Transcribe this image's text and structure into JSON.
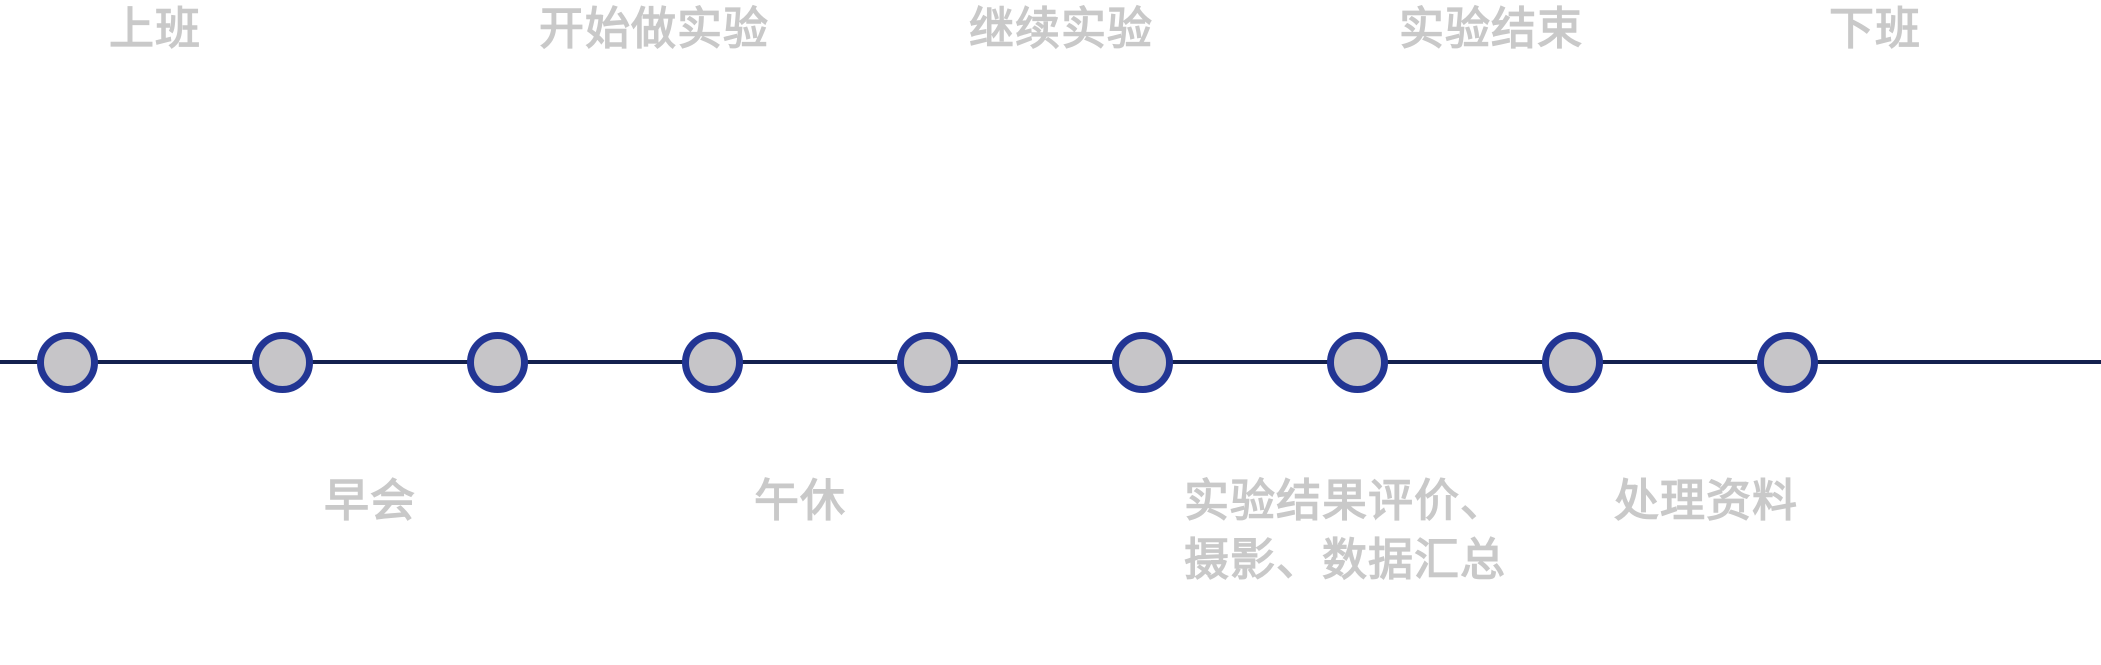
{
  "colors": {
    "line": "#14214f",
    "node_ring": "#223593",
    "node_fill": "#c6c5c8",
    "label_text": "#c9c9c9"
  },
  "timeline": {
    "node_count": 9,
    "top_labels": [
      {
        "text": "上班",
        "node": 1
      },
      {
        "text": "开始做实验",
        "node": 3
      },
      {
        "text": "继续实验",
        "node": 5
      },
      {
        "text": "实验结束",
        "node": 7
      },
      {
        "text": "下班",
        "node": 9
      }
    ],
    "bottom_labels": [
      {
        "text": "早会",
        "node": 2
      },
      {
        "text": "午休",
        "node": 4
      },
      {
        "text": "实验结果评价、\n摄影、数据汇总",
        "node": 6
      },
      {
        "text": "处理资料",
        "node": 8
      }
    ]
  }
}
